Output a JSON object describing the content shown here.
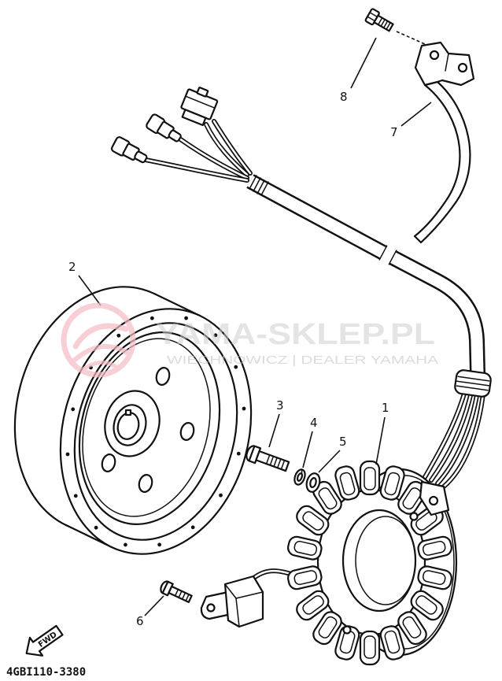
{
  "callouts": {
    "c1": "1",
    "c2": "2",
    "c3": "3",
    "c4": "4",
    "c5": "5",
    "c6": "6",
    "c7": "7",
    "c8": "8"
  },
  "fwd_arrow": {
    "label": "FWD"
  },
  "diagram_code": "4GBI110-3380",
  "watermark": {
    "site": "YAMA-SKLEP.PL",
    "dealer": "WIECHNOWICZ | DEALER YAMAHA",
    "logo_color": "#f4bcc3",
    "text_color": "#cfcfcf"
  },
  "line_color": "#111111"
}
